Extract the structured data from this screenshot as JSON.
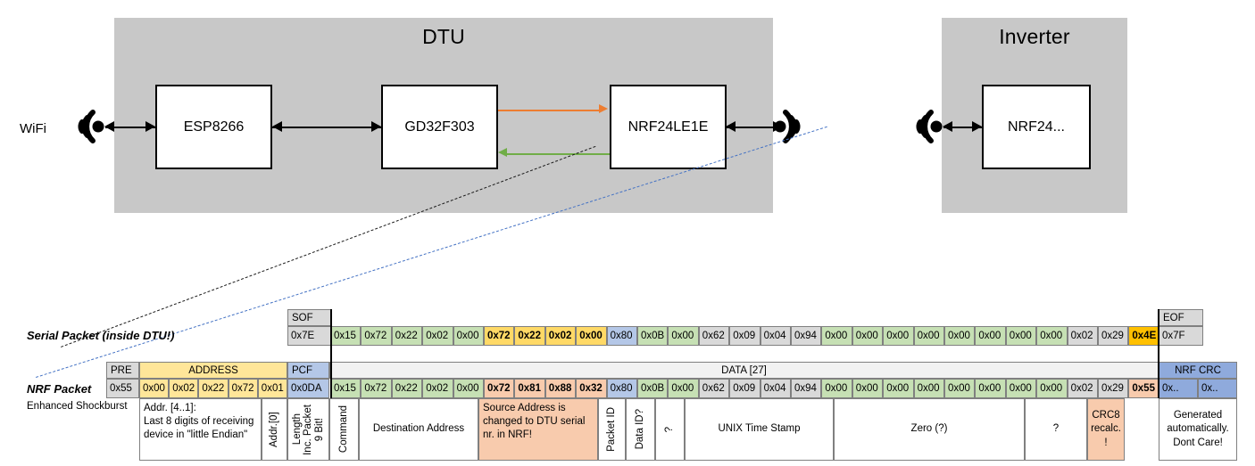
{
  "block_diagram": {
    "dtu": {
      "title": "DTU",
      "chips": [
        {
          "label": "ESP8266"
        },
        {
          "label": "GD32F303"
        },
        {
          "label": "NRF24LE1E"
        }
      ]
    },
    "inverter": {
      "title": "Inverter",
      "chips": [
        {
          "label": "NRF24..."
        }
      ]
    },
    "wifi_label": "WiFi",
    "link_colors": {
      "tx_orange": "#ED7D31",
      "rx_green": "#70AD47",
      "wire": "#000000"
    },
    "icons": {
      "wifi": "wifi-antenna-icon",
      "radio_dtu": "radio-antenna-icon",
      "radio_inv": "radio-antenna-icon"
    }
  },
  "serial_packet": {
    "row_label": "Serial Packet (inside DTU!)",
    "sof_header": "SOF",
    "eof_header": "EOF",
    "sof_value": "0x7E",
    "eof_value": "0x7F",
    "bytes": [
      {
        "v": "0x15",
        "c": "green"
      },
      {
        "v": "0x72",
        "c": "green"
      },
      {
        "v": "0x22",
        "c": "green"
      },
      {
        "v": "0x02",
        "c": "green"
      },
      {
        "v": "0x00",
        "c": "green"
      },
      {
        "v": "0x72",
        "c": "yellow",
        "bold": true
      },
      {
        "v": "0x22",
        "c": "yellow",
        "bold": true
      },
      {
        "v": "0x02",
        "c": "yellow",
        "bold": true
      },
      {
        "v": "0x00",
        "c": "yellow",
        "bold": true
      },
      {
        "v": "0x80",
        "c": "blue"
      },
      {
        "v": "0x0B",
        "c": "green"
      },
      {
        "v": "0x00",
        "c": "green"
      },
      {
        "v": "0x62",
        "c": "grey"
      },
      {
        "v": "0x09",
        "c": "grey"
      },
      {
        "v": "0x04",
        "c": "grey"
      },
      {
        "v": "0x94",
        "c": "grey"
      },
      {
        "v": "0x00",
        "c": "green"
      },
      {
        "v": "0x00",
        "c": "green"
      },
      {
        "v": "0x00",
        "c": "green"
      },
      {
        "v": "0x00",
        "c": "green"
      },
      {
        "v": "0x00",
        "c": "green"
      },
      {
        "v": "0x00",
        "c": "green"
      },
      {
        "v": "0x00",
        "c": "green"
      },
      {
        "v": "0x00",
        "c": "green"
      },
      {
        "v": "0x02",
        "c": "grey"
      },
      {
        "v": "0x29",
        "c": "grey"
      },
      {
        "v": "0x4E",
        "c": "orange",
        "bold": true
      }
    ]
  },
  "nrf_packet": {
    "row_label": "NRF Packet",
    "sub_label": "Enhanced Shockburst",
    "headers": {
      "pre": "PRE",
      "address": "ADDRESS",
      "pcf": "PCF",
      "data": "DATA [27]",
      "nrf_crc": "NRF CRC"
    },
    "pre_value": "0x55",
    "address_values": [
      "0x00",
      "0x02",
      "0x22",
      "0x72",
      "0x01"
    ],
    "pcf_value": "0x0DA",
    "crc_values": [
      "0x..",
      "0x.."
    ],
    "bytes": [
      {
        "v": "0x15",
        "c": "green"
      },
      {
        "v": "0x72",
        "c": "green"
      },
      {
        "v": "0x22",
        "c": "green"
      },
      {
        "v": "0x02",
        "c": "green"
      },
      {
        "v": "0x00",
        "c": "green"
      },
      {
        "v": "0x72",
        "c": "salmon",
        "bold": true
      },
      {
        "v": "0x81",
        "c": "salmon",
        "bold": true
      },
      {
        "v": "0x88",
        "c": "salmon",
        "bold": true
      },
      {
        "v": "0x32",
        "c": "salmon",
        "bold": true
      },
      {
        "v": "0x80",
        "c": "blue"
      },
      {
        "v": "0x0B",
        "c": "green"
      },
      {
        "v": "0x00",
        "c": "green"
      },
      {
        "v": "0x62",
        "c": "grey"
      },
      {
        "v": "0x09",
        "c": "grey"
      },
      {
        "v": "0x04",
        "c": "grey"
      },
      {
        "v": "0x94",
        "c": "grey"
      },
      {
        "v": "0x00",
        "c": "green"
      },
      {
        "v": "0x00",
        "c": "green"
      },
      {
        "v": "0x00",
        "c": "green"
      },
      {
        "v": "0x00",
        "c": "green"
      },
      {
        "v": "0x00",
        "c": "green"
      },
      {
        "v": "0x00",
        "c": "green"
      },
      {
        "v": "0x00",
        "c": "green"
      },
      {
        "v": "0x00",
        "c": "green"
      },
      {
        "v": "0x02",
        "c": "grey"
      },
      {
        "v": "0x29",
        "c": "grey"
      },
      {
        "v": "0x55",
        "c": "salmon",
        "bold": true
      }
    ]
  },
  "descriptions": {
    "address": "Addr. [4..1]:\nLast 8 digits of receiving device in \"little Endian\"",
    "addr0": "Addr.[0]",
    "pcf_9bit": "9 Bit!",
    "pcf_inc": "Inc. Packet",
    "pcf_len": "Length",
    "command": "Command",
    "destination": "Destination Address",
    "source": "Source Address is changed to DTU serial nr. in NRF!",
    "packet_id": "Packet ID",
    "data_id": "Data ID?",
    "unknown1": "?",
    "timestamp": "UNIX Time Stamp",
    "zero": "Zero (?)",
    "unknown2": "?",
    "crc8": "CRC8 recalc. !",
    "nrf_crc_note": "Generated automatically. Dont Care!"
  }
}
